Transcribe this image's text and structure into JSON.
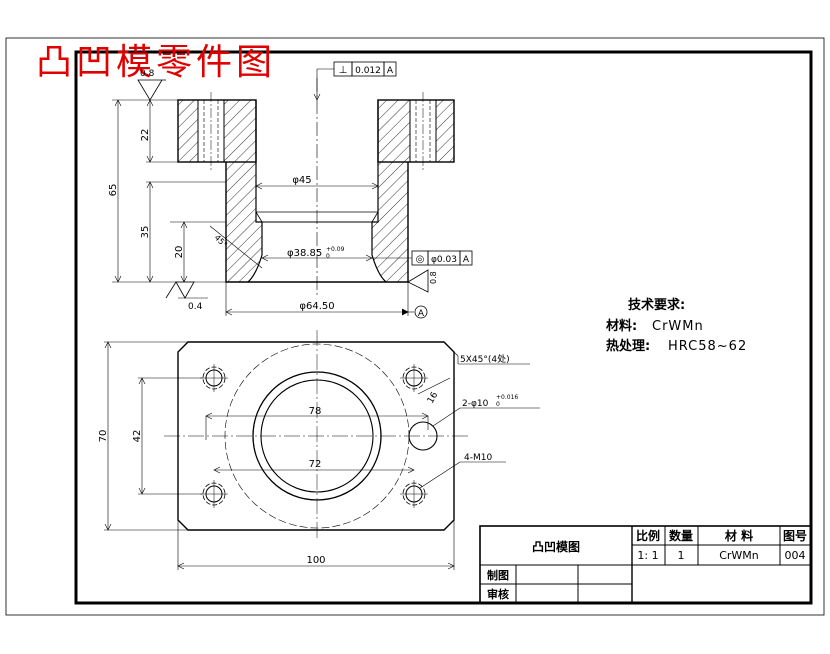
{
  "title": "凸凹模零件图",
  "tech_requirements": {
    "heading": "技术要求:",
    "material_label": "材料:",
    "material_value": "CrWMn",
    "heat_label": "热处理:",
    "heat_value": "HRC58~62"
  },
  "top_view_dims": {
    "roughness_top": "0.8",
    "perpendicularity_symbol": "⊥",
    "perpendicularity_value": "0.012",
    "perpendicularity_datum": "A",
    "dim_22": "22",
    "dim_65": "65",
    "dim_35": "35",
    "dim_20": "20",
    "angle_45": "45°",
    "dia_45": "φ45",
    "dia_38_main": "φ38.85",
    "dia_38_tol_upper": "+0.09",
    "dia_38_tol_lower": "0",
    "concentricity_symbol": "◎",
    "concentricity_value": "φ0.03",
    "concentricity_datum": "A",
    "roughness_right": "0.8",
    "roughness_bottom": "0.4",
    "dia_64": "φ64.50",
    "datum_a": "A"
  },
  "plan_view_dims": {
    "chamfer": "5X45°(4处)",
    "dim_16": "16",
    "pin_main": "2-φ10",
    "pin_tol_upper": "+0.016",
    "pin_tol_lower": "0",
    "thread": "4-M10",
    "dim_78": "78",
    "dim_72": "72",
    "dim_70": "70",
    "dim_42": "42",
    "dim_100": "100"
  },
  "title_block": {
    "drawing_name": "凸凹模图",
    "headers": [
      "比例",
      "数量",
      "材   料",
      "图号"
    ],
    "values": [
      "1: 1",
      "1",
      "CrWMn",
      "004"
    ],
    "drafted": "制图",
    "checked": "审核"
  }
}
